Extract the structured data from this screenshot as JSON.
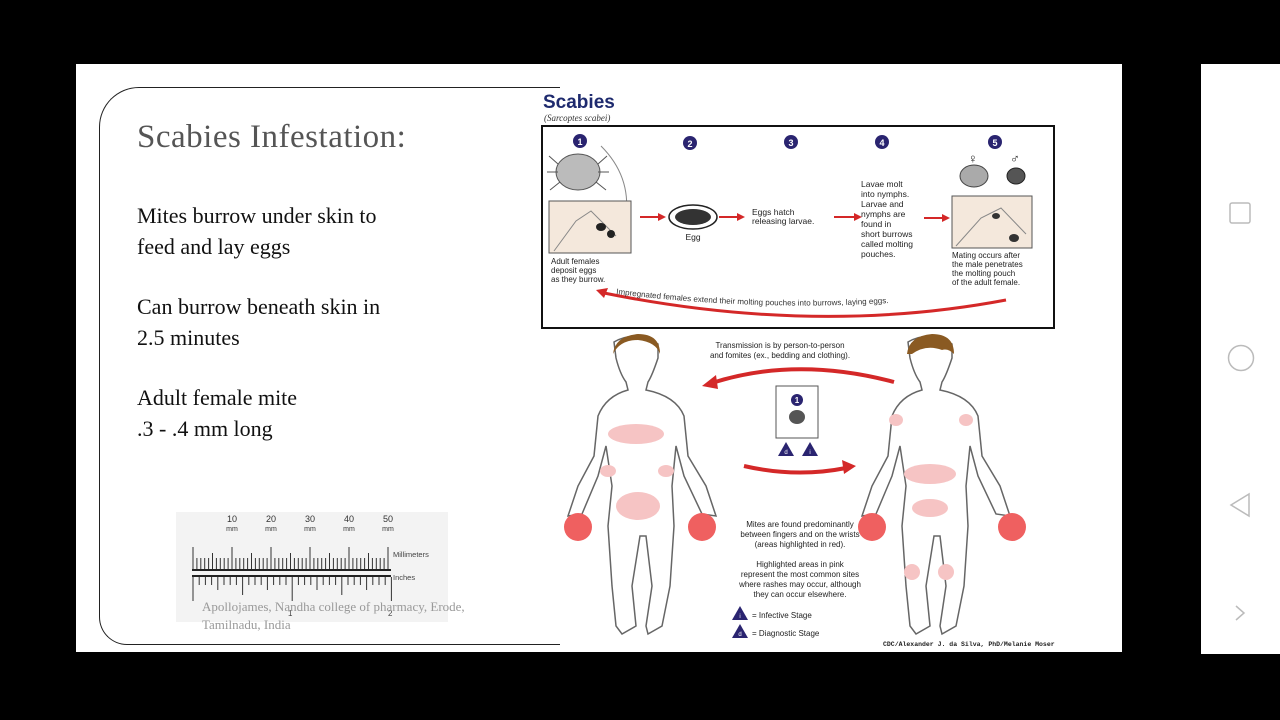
{
  "slide": {
    "title": "Scabies Infestation:",
    "bullets": [
      {
        "line1": "Mites burrow under skin to",
        "line2": "feed and lay eggs"
      },
      {
        "line1": "Can burrow beneath skin in",
        "line2": "2.5 minutes"
      },
      {
        "line1": "Adult female mite",
        "line2": ".3 - .4 mm long"
      }
    ],
    "credit_line1": "Apollojames, Nandha college of pharmacy, Erode,",
    "credit_line2": "Tamilnadu, India"
  },
  "ruler": {
    "mm_labels": [
      "10",
      "20",
      "30",
      "40",
      "50"
    ],
    "mm_unit": "mm",
    "millimeters_label": "Millimeters",
    "inches_label": "Inches",
    "inch_marks": [
      "1",
      "2"
    ]
  },
  "diagram": {
    "title": "Scabies",
    "subtitle": "(Sarcoptes scabei)",
    "stage_numbers": [
      "1",
      "2",
      "3",
      "4",
      "5"
    ],
    "stage1_caption": [
      "Adult females",
      "deposit eggs",
      "as they burrow."
    ],
    "egg_label": "Egg",
    "stage3_caption": [
      "Eggs hatch",
      "releasing larvae."
    ],
    "stage4_caption": [
      "Lavae molt",
      "into nymphs.",
      "Larvae and",
      "nymphs are",
      "found in",
      "short burrows",
      "called molting",
      "pouches."
    ],
    "stage5_caption": [
      "Mating occurs after",
      "the male penetrates",
      "the molting pouch",
      "of the adult female."
    ],
    "female_symbol": "♀",
    "male_symbol": "♂",
    "return_arrow_text": "Impregnated females extend their molting pouches into burrows, laying eggs.",
    "transmission_caption": [
      "Transmission is by person-to-person",
      "and fomites (ex., bedding and clothing)."
    ],
    "found_caption": [
      "Mites are found predominantly",
      "between fingers and on the wrists",
      "(areas highlighted in red)."
    ],
    "pink_caption": [
      "Highlighted areas in pink",
      "represent the most common sites",
      "where rashes may occur, although",
      "they can occur elsewhere."
    ],
    "legend_infective": "= Infective Stage",
    "legend_diagnostic": "= Diagnostic Stage",
    "legend_i": "i",
    "legend_d": "d",
    "credit": "CDC/Alexander J. da Silva, PhD/Melanie Moser",
    "colors": {
      "stage_circle": "#2a2470",
      "arrow_red": "#d42828",
      "red_area": "#ef6060",
      "pink_area": "#f6c4c4",
      "hair": "#8a5a22"
    }
  },
  "nav": {
    "icons": [
      "recents-square-icon",
      "home-circle-icon",
      "back-triangle-icon",
      "chevron-right-icon"
    ]
  }
}
